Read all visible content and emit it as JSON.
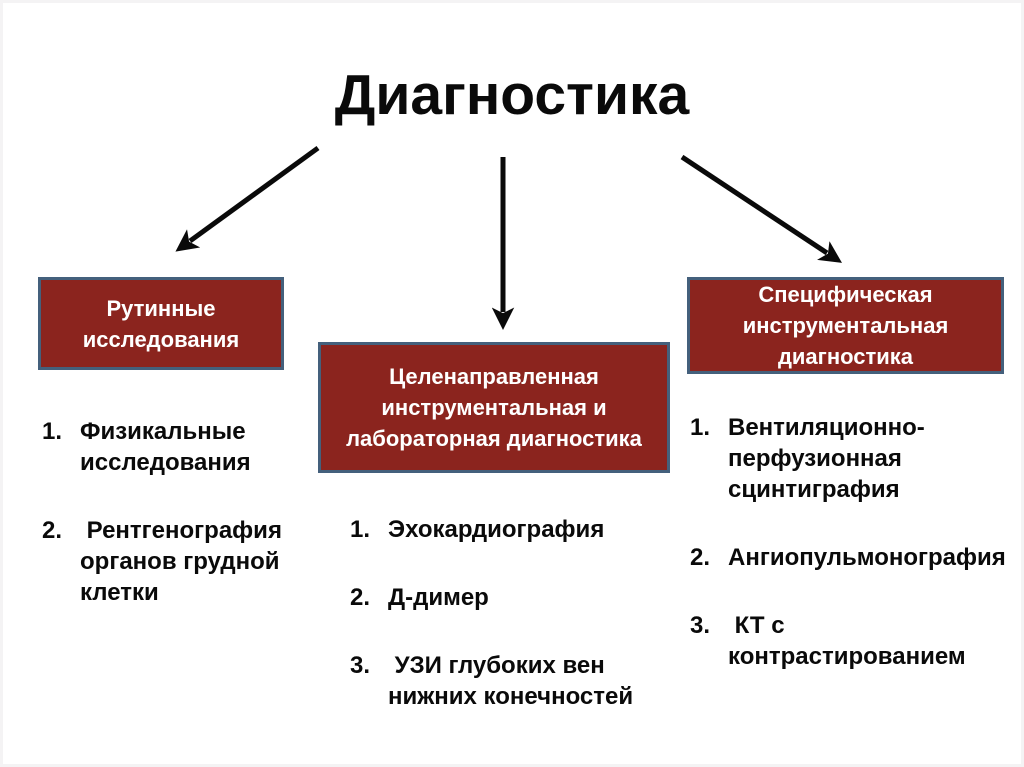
{
  "title": "Диагностика",
  "colors": {
    "box_fill": "#8b241e",
    "box_border": "#44607c",
    "arrow": "#0a0a0a",
    "box_text": "#ffffff",
    "body_text": "#0a0a0a"
  },
  "boxes": [
    {
      "label": "Рутинные исследования"
    },
    {
      "label": "Целенаправленная инструментальная и лабораторная диагностика"
    },
    {
      "label": "Специфическая инструментальная диагностика"
    }
  ],
  "lists": [
    {
      "items": [
        {
          "num": "1.",
          "text": "Физикальные исследования"
        },
        {
          "num": "2.",
          "text": " Рентгенография органов грудной клетки"
        }
      ]
    },
    {
      "items": [
        {
          "num": "1.",
          "text": "Эхокардиография"
        },
        {
          "num": "2.",
          "text": "Д-димер"
        },
        {
          "num": "3.",
          "text": " УЗИ глубоких вен нижних конечностей"
        }
      ]
    },
    {
      "items": [
        {
          "num": "1.",
          "text": "Вентиляционно-перфузионная сцинтиграфия"
        },
        {
          "num": "2.",
          "text": "Ангиопульмонография"
        },
        {
          "num": "3.",
          "text": " КТ с контрастированием"
        }
      ]
    }
  ]
}
